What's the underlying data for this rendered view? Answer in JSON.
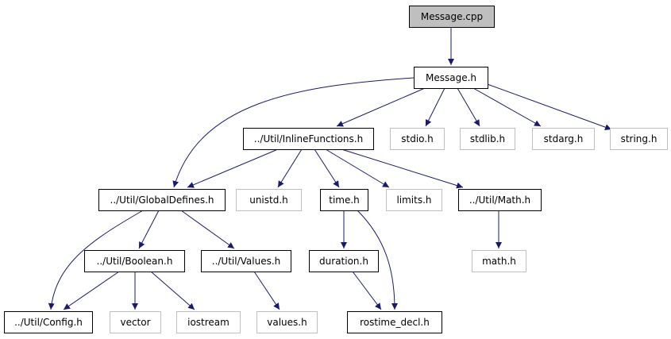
{
  "colors": {
    "edge": "#191970",
    "root_fill": "#bfbfbf",
    "root_border": "#000000",
    "node_border": "#000000",
    "external_border": "#bfbfbf",
    "node_fill": "#ffffff",
    "text": "#000000"
  },
  "nodes": [
    {
      "id": "message_cpp",
      "label": "Message.cpp",
      "kind": "root"
    },
    {
      "id": "message_h",
      "label": "Message.h",
      "kind": "internal"
    },
    {
      "id": "inline_functions_h",
      "label": "../Util/InlineFunctions.h",
      "kind": "internal"
    },
    {
      "id": "stdio_h",
      "label": "stdio.h",
      "kind": "external"
    },
    {
      "id": "stdlib_h",
      "label": "stdlib.h",
      "kind": "external"
    },
    {
      "id": "stdarg_h",
      "label": "stdarg.h",
      "kind": "external"
    },
    {
      "id": "string_h",
      "label": "string.h",
      "kind": "external"
    },
    {
      "id": "global_defines_h",
      "label": "../Util/GlobalDefines.h",
      "kind": "internal"
    },
    {
      "id": "unistd_h",
      "label": "unistd.h",
      "kind": "external"
    },
    {
      "id": "time_h",
      "label": "time.h",
      "kind": "internal"
    },
    {
      "id": "limits_h",
      "label": "limits.h",
      "kind": "external"
    },
    {
      "id": "math_util_h",
      "label": "../Util/Math.h",
      "kind": "internal"
    },
    {
      "id": "boolean_h",
      "label": "../Util/Boolean.h",
      "kind": "internal"
    },
    {
      "id": "values_util_h",
      "label": "../Util/Values.h",
      "kind": "internal"
    },
    {
      "id": "duration_h",
      "label": "duration.h",
      "kind": "internal"
    },
    {
      "id": "math_h",
      "label": "math.h",
      "kind": "external"
    },
    {
      "id": "config_h",
      "label": "../Util/Config.h",
      "kind": "internal"
    },
    {
      "id": "vector",
      "label": "vector",
      "kind": "external"
    },
    {
      "id": "iostream",
      "label": "iostream",
      "kind": "external"
    },
    {
      "id": "values_h",
      "label": "values.h",
      "kind": "external"
    },
    {
      "id": "rostime_decl_h",
      "label": "rostime_decl.h",
      "kind": "internal"
    }
  ],
  "edges": [
    {
      "from": "message_cpp",
      "to": "message_h"
    },
    {
      "from": "message_h",
      "to": "inline_functions_h"
    },
    {
      "from": "message_h",
      "to": "stdio_h"
    },
    {
      "from": "message_h",
      "to": "stdlib_h"
    },
    {
      "from": "message_h",
      "to": "stdarg_h"
    },
    {
      "from": "message_h",
      "to": "string_h"
    },
    {
      "from": "message_h",
      "to": "global_defines_h"
    },
    {
      "from": "inline_functions_h",
      "to": "global_defines_h"
    },
    {
      "from": "inline_functions_h",
      "to": "unistd_h"
    },
    {
      "from": "inline_functions_h",
      "to": "time_h"
    },
    {
      "from": "inline_functions_h",
      "to": "limits_h"
    },
    {
      "from": "inline_functions_h",
      "to": "math_util_h"
    },
    {
      "from": "global_defines_h",
      "to": "config_h"
    },
    {
      "from": "global_defines_h",
      "to": "boolean_h"
    },
    {
      "from": "global_defines_h",
      "to": "values_util_h"
    },
    {
      "from": "boolean_h",
      "to": "config_h"
    },
    {
      "from": "boolean_h",
      "to": "vector"
    },
    {
      "from": "boolean_h",
      "to": "iostream"
    },
    {
      "from": "values_util_h",
      "to": "values_h"
    },
    {
      "from": "time_h",
      "to": "duration_h"
    },
    {
      "from": "time_h",
      "to": "rostime_decl_h"
    },
    {
      "from": "duration_h",
      "to": "rostime_decl_h"
    },
    {
      "from": "math_util_h",
      "to": "math_h"
    }
  ]
}
